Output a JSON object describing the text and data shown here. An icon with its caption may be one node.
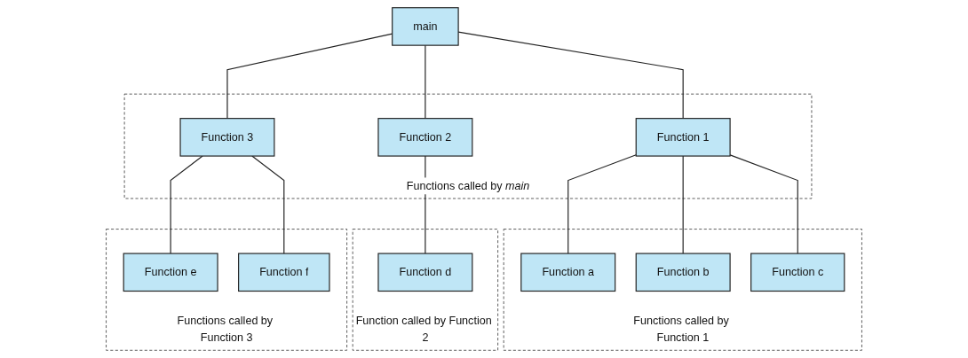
{
  "diagram": {
    "nodes": [
      {
        "text": [
          "main"
        ]
      },
      {
        "text": [
          "Functions called by *main*"
        ]
      },
      {
        "text": [
          "Function 1"
        ],
        "in": 1
      },
      {
        "text": [
          "Function 2"
        ],
        "in": 1
      },
      {
        "text": [
          "Function 3"
        ],
        "in": 1
      },
      {
        "text": [
          "Functions called by Function 1"
        ]
      },
      {
        "text": [
          "Function a"
        ],
        "in": 5
      },
      {
        "text": [
          "Function b"
        ],
        "in": 5
      },
      {
        "text": [
          "Function c"
        ],
        "in": 5
      },
      {
        "text": [
          "Function called by Function 2"
        ]
      },
      {
        "text": [
          "Function d"
        ],
        "in": 9
      },
      {
        "text": [
          "Functions called by Function 3"
        ]
      },
      {
        "text": [
          "Function e"
        ],
        "in": 11
      },
      {
        "text": [
          "Function f"
        ],
        "in": 11
      }
    ],
    "edges": [
      {
        "from": 0,
        "to": 2,
        "arrow": "none"
      },
      {
        "from": 0,
        "to": 3,
        "arrow": "none"
      },
      {
        "from": 0,
        "to": 4,
        "arrow": "none"
      },
      {
        "from": 2,
        "to": 6,
        "arrow": "none"
      },
      {
        "from": 2,
        "to": 7,
        "arrow": "none"
      },
      {
        "from": 2,
        "to": 8,
        "arrow": "none"
      },
      {
        "from": 3,
        "to": 10,
        "arrow": "none"
      },
      {
        "from": 4,
        "to": 12,
        "arrow": "none"
      },
      {
        "from": 4,
        "to": 13,
        "arrow": "none"
      }
    ]
  }
}
